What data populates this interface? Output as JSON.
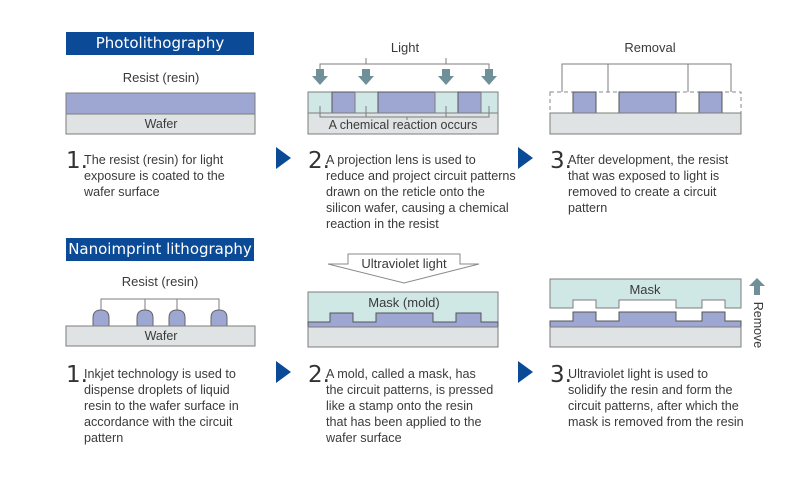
{
  "photolithography": {
    "title": "Photolithography",
    "step1": {
      "diagram_label": "Resist (resin)",
      "wafer_label": "Wafer",
      "number": "1.",
      "text": "The resist (resin) for light exposure is coated to the wafer surface"
    },
    "step2": {
      "diagram_label": "Light",
      "reaction_label": "A chemical reaction occurs",
      "number": "2.",
      "text": "A projection lens is used to reduce and project circuit patterns drawn on the reticle onto the silicon wafer, causing a chemical reaction in the resist"
    },
    "step3": {
      "diagram_label": "Removal",
      "number": "3.",
      "text": "After development, the resist that was exposed to light is removed to create a circuit pattern"
    }
  },
  "nanoimprint": {
    "title": "Nanoimprint lithography",
    "step1": {
      "diagram_label": "Resist (resin)",
      "wafer_label": "Wafer",
      "number": "1.",
      "text": "Inkjet technology is used to dispense droplets of liquid resin to the wafer surface in accordance with the circuit pattern"
    },
    "step2": {
      "arrow_label": "Ultraviolet light",
      "mask_label": "Mask (mold)",
      "number": "2.",
      "text": "A mold, called a mask, has the circuit patterns, is pressed like a stamp onto the resin that has been applied to the wafer surface"
    },
    "step3": {
      "mask_label": "Mask",
      "remove_label": "Remove",
      "number": "3.",
      "text": "Ultraviolet light is used to solidify the resin and form the circuit patterns, after which the mask is removed from the resin"
    }
  },
  "colors": {
    "banner": "#0b4a96",
    "resist": "#9ea6d2",
    "wafer": "#dfe3e4",
    "exposed": "#cfe7e5",
    "mask": "#cfe7e5",
    "light_arrow": "#6f8f99"
  }
}
